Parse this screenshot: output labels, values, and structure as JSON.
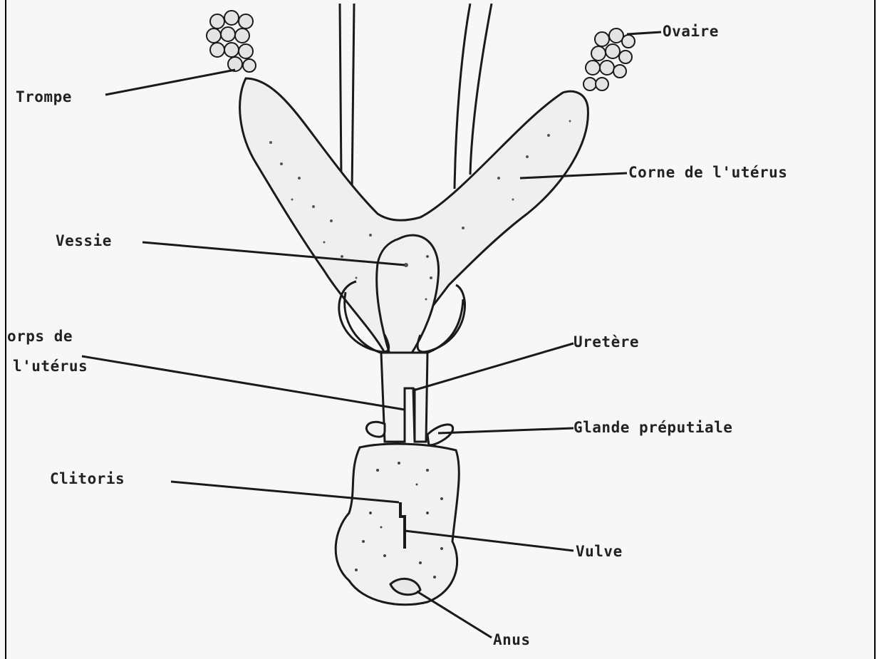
{
  "labels": {
    "ovaire": "Ovaire",
    "trompe": "Trompe",
    "corne": "Corne de l'utérus",
    "vessie": "Vessie",
    "corps_line1": "orps de",
    "corps_line2": "l'utérus",
    "uretere": "Uretère",
    "glande": "Glande préputiale",
    "clitoris": "Clitoris",
    "vulve": "Vulve",
    "anus": "Anus"
  },
  "colors": {
    "stroke": "#1a1a1a",
    "background": "#f7f7f7",
    "border": "#000000"
  }
}
